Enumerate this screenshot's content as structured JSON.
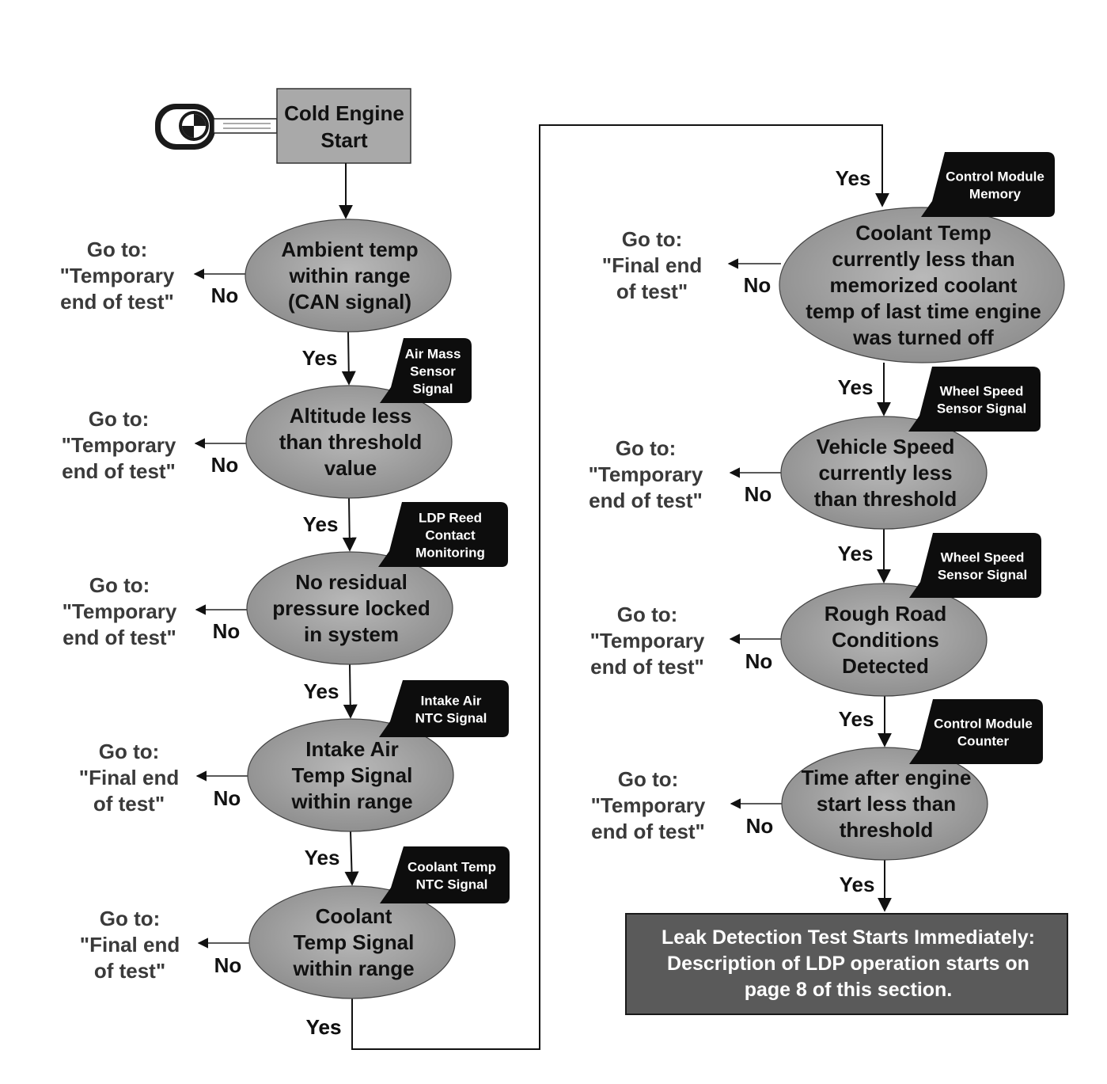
{
  "start": {
    "lines": [
      "Cold Engine",
      "Start"
    ]
  },
  "key_icon": "car-key-icon",
  "labels": {
    "yes": "Yes",
    "no": "No"
  },
  "left_column": [
    {
      "id": "ambient",
      "lines": [
        "Ambient temp",
        "within range",
        "(CAN signal)"
      ],
      "tag": [],
      "goto": [
        "Go to:",
        "\"Temporary",
        "end of test\""
      ]
    },
    {
      "id": "altitude",
      "lines": [
        "Altitude less",
        "than threshold",
        "value"
      ],
      "tag": [
        "Air Mass",
        "Sensor",
        "Signal"
      ],
      "goto": [
        "Go to:",
        "\"Temporary",
        "end of test\""
      ]
    },
    {
      "id": "residual",
      "lines": [
        "No residual",
        "pressure locked",
        "in system"
      ],
      "tag": [
        "LDP Reed",
        "Contact",
        "Monitoring"
      ],
      "goto": [
        "Go to:",
        "\"Temporary",
        "end of test\""
      ]
    },
    {
      "id": "intake",
      "lines": [
        "Intake Air",
        "Temp Signal",
        "within range"
      ],
      "tag": [
        "Intake Air",
        "NTC Signal"
      ],
      "goto": [
        "Go to:",
        "\"Final end",
        "of test\""
      ]
    },
    {
      "id": "coolant-signal",
      "lines": [
        "Coolant",
        "Temp Signal",
        "within range"
      ],
      "tag": [
        "Coolant Temp",
        "NTC Signal"
      ],
      "goto": [
        "Go to:",
        "\"Final end",
        "of test\""
      ]
    }
  ],
  "right_column": [
    {
      "id": "coolant-memory",
      "lines": [
        "Coolant Temp",
        "currently less than",
        "memorized coolant",
        "temp of last time engine",
        "was turned off"
      ],
      "tag": [
        "Control Module",
        "Memory"
      ],
      "goto": [
        "Go to:",
        "\"Final end",
        "of test\""
      ]
    },
    {
      "id": "vehicle-speed",
      "lines": [
        "Vehicle Speed",
        "currently less",
        "than threshold"
      ],
      "tag": [
        "Wheel Speed",
        "Sensor Signal"
      ],
      "goto": [
        "Go to:",
        "\"Temporary",
        "end of test\""
      ]
    },
    {
      "id": "rough-road",
      "lines": [
        "Rough Road",
        "Conditions",
        "Detected"
      ],
      "tag": [
        "Wheel Speed",
        "Sensor Signal"
      ],
      "goto": [
        "Go to:",
        "\"Temporary",
        "end of test\""
      ]
    },
    {
      "id": "time-after-start",
      "lines": [
        "Time after engine",
        "start less than",
        "threshold"
      ],
      "tag": [
        "Control Module",
        "Counter"
      ],
      "goto": [
        "Go to:",
        "\"Temporary",
        "end of test\""
      ]
    }
  ],
  "final": {
    "lines": [
      "Leak Detection Test Starts Immediately:",
      "Description of LDP operation starts on",
      "page 8 of this section."
    ]
  },
  "colors": {
    "ellipse_fill": "#9a9a9a",
    "start_fill": "#a9a9a9",
    "tag_fill": "#0d0d0d",
    "final_fill": "#5a5a5a",
    "line": "#111111"
  }
}
